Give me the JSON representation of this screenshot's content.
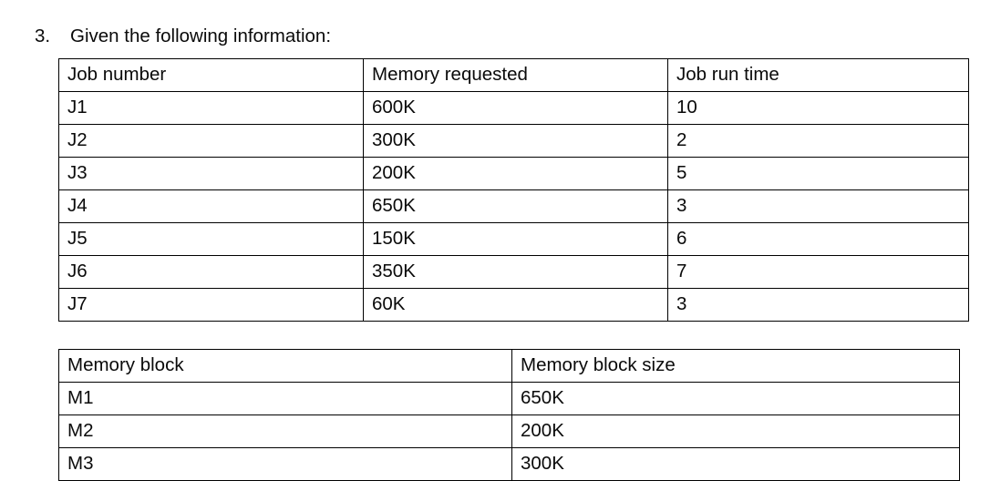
{
  "question": {
    "number": "3.",
    "text": "Given the following information:"
  },
  "jobs_table": {
    "headers": [
      "Job number",
      "Memory requested",
      "Job run time"
    ],
    "rows": [
      [
        "J1",
        "600K",
        "10"
      ],
      [
        "J2",
        "300K",
        "2"
      ],
      [
        "J3",
        "200K",
        "5"
      ],
      [
        "J4",
        "650K",
        "3"
      ],
      [
        "J5",
        "150K",
        "6"
      ],
      [
        "J6",
        "350K",
        "7"
      ],
      [
        "J7",
        "60K",
        "3"
      ]
    ]
  },
  "memory_table": {
    "headers": [
      "Memory block",
      "Memory block size"
    ],
    "rows": [
      [
        "M1",
        "650K"
      ],
      [
        "M2",
        "200K"
      ],
      [
        "M3",
        "300K"
      ]
    ]
  },
  "colors": {
    "text": "#0a0a0a",
    "border": "#000000",
    "background": "#ffffff"
  }
}
